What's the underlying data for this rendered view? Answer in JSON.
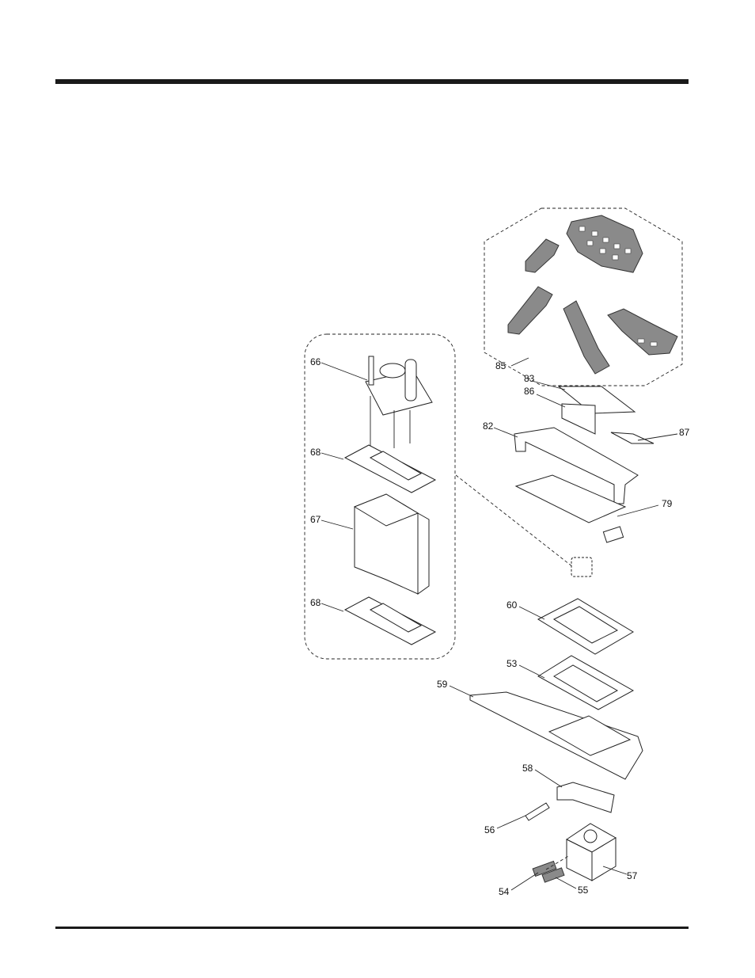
{
  "callouts": {
    "c85": "85",
    "c83": "83",
    "c86": "86",
    "c82": "82",
    "c87": "87",
    "c79": "79",
    "c66": "66",
    "c68a": "68",
    "c67": "67",
    "c68b": "68",
    "c60": "60",
    "c53": "53",
    "c59": "59",
    "c58": "58",
    "c56": "56",
    "c57": "57",
    "c54": "54",
    "c55": "55"
  }
}
